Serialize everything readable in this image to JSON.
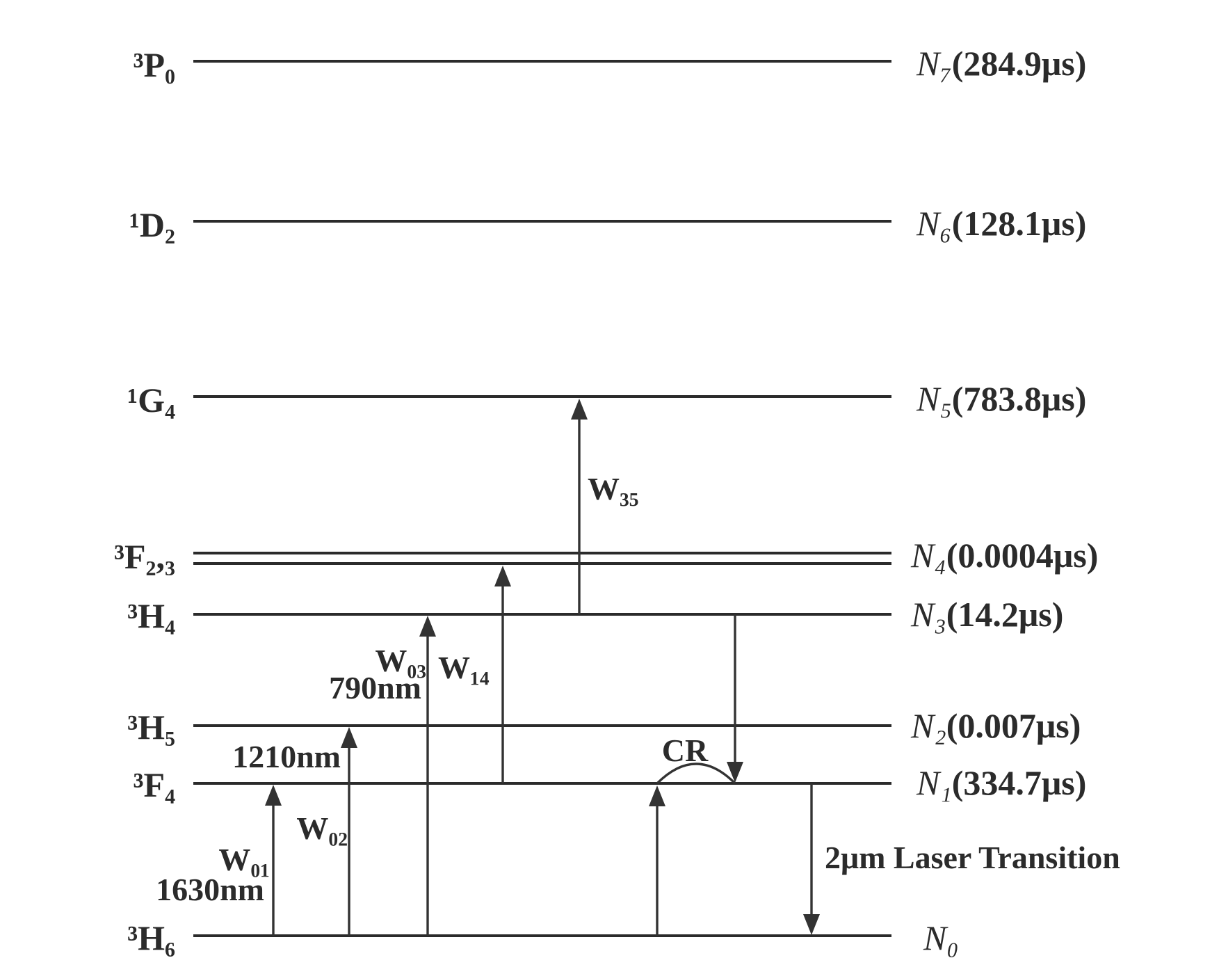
{
  "levels": [
    {
      "term": "³P₀",
      "population": "N₇",
      "lifetime": "(284.9μs)"
    },
    {
      "term": "¹D₂",
      "population": "N₆",
      "lifetime": "(128.1μs)"
    },
    {
      "term": "¹G₄",
      "population": "N₅",
      "lifetime": "(783.8μs)"
    },
    {
      "term": "³F₂,₃",
      "population": "N₄",
      "lifetime": "(0.0004μs)"
    },
    {
      "term": "³H₄",
      "population": "N₃",
      "lifetime": "(14.2μs)"
    },
    {
      "term": "³H₅",
      "population": "N₂",
      "lifetime": "(0.007μs)"
    },
    {
      "term": "³F₄",
      "population": "N₁",
      "lifetime": "(334.7μs)"
    },
    {
      "term": "³H₆",
      "population": "N₀",
      "lifetime": ""
    }
  ],
  "transitions": {
    "w01": "W₀₁",
    "w01_wavelength": "1630nm",
    "w02": "W₀₂",
    "w02_wavelength": "1210nm",
    "w03": "W₀₃",
    "w03_wavelength": "790nm",
    "w14": "W₁₄",
    "w35": "W₃₅",
    "cross_relaxation": "CR",
    "laser": "2μm Laser Transition"
  },
  "colors": {
    "ink": "#2b2b2b",
    "background": "#ffffff"
  }
}
